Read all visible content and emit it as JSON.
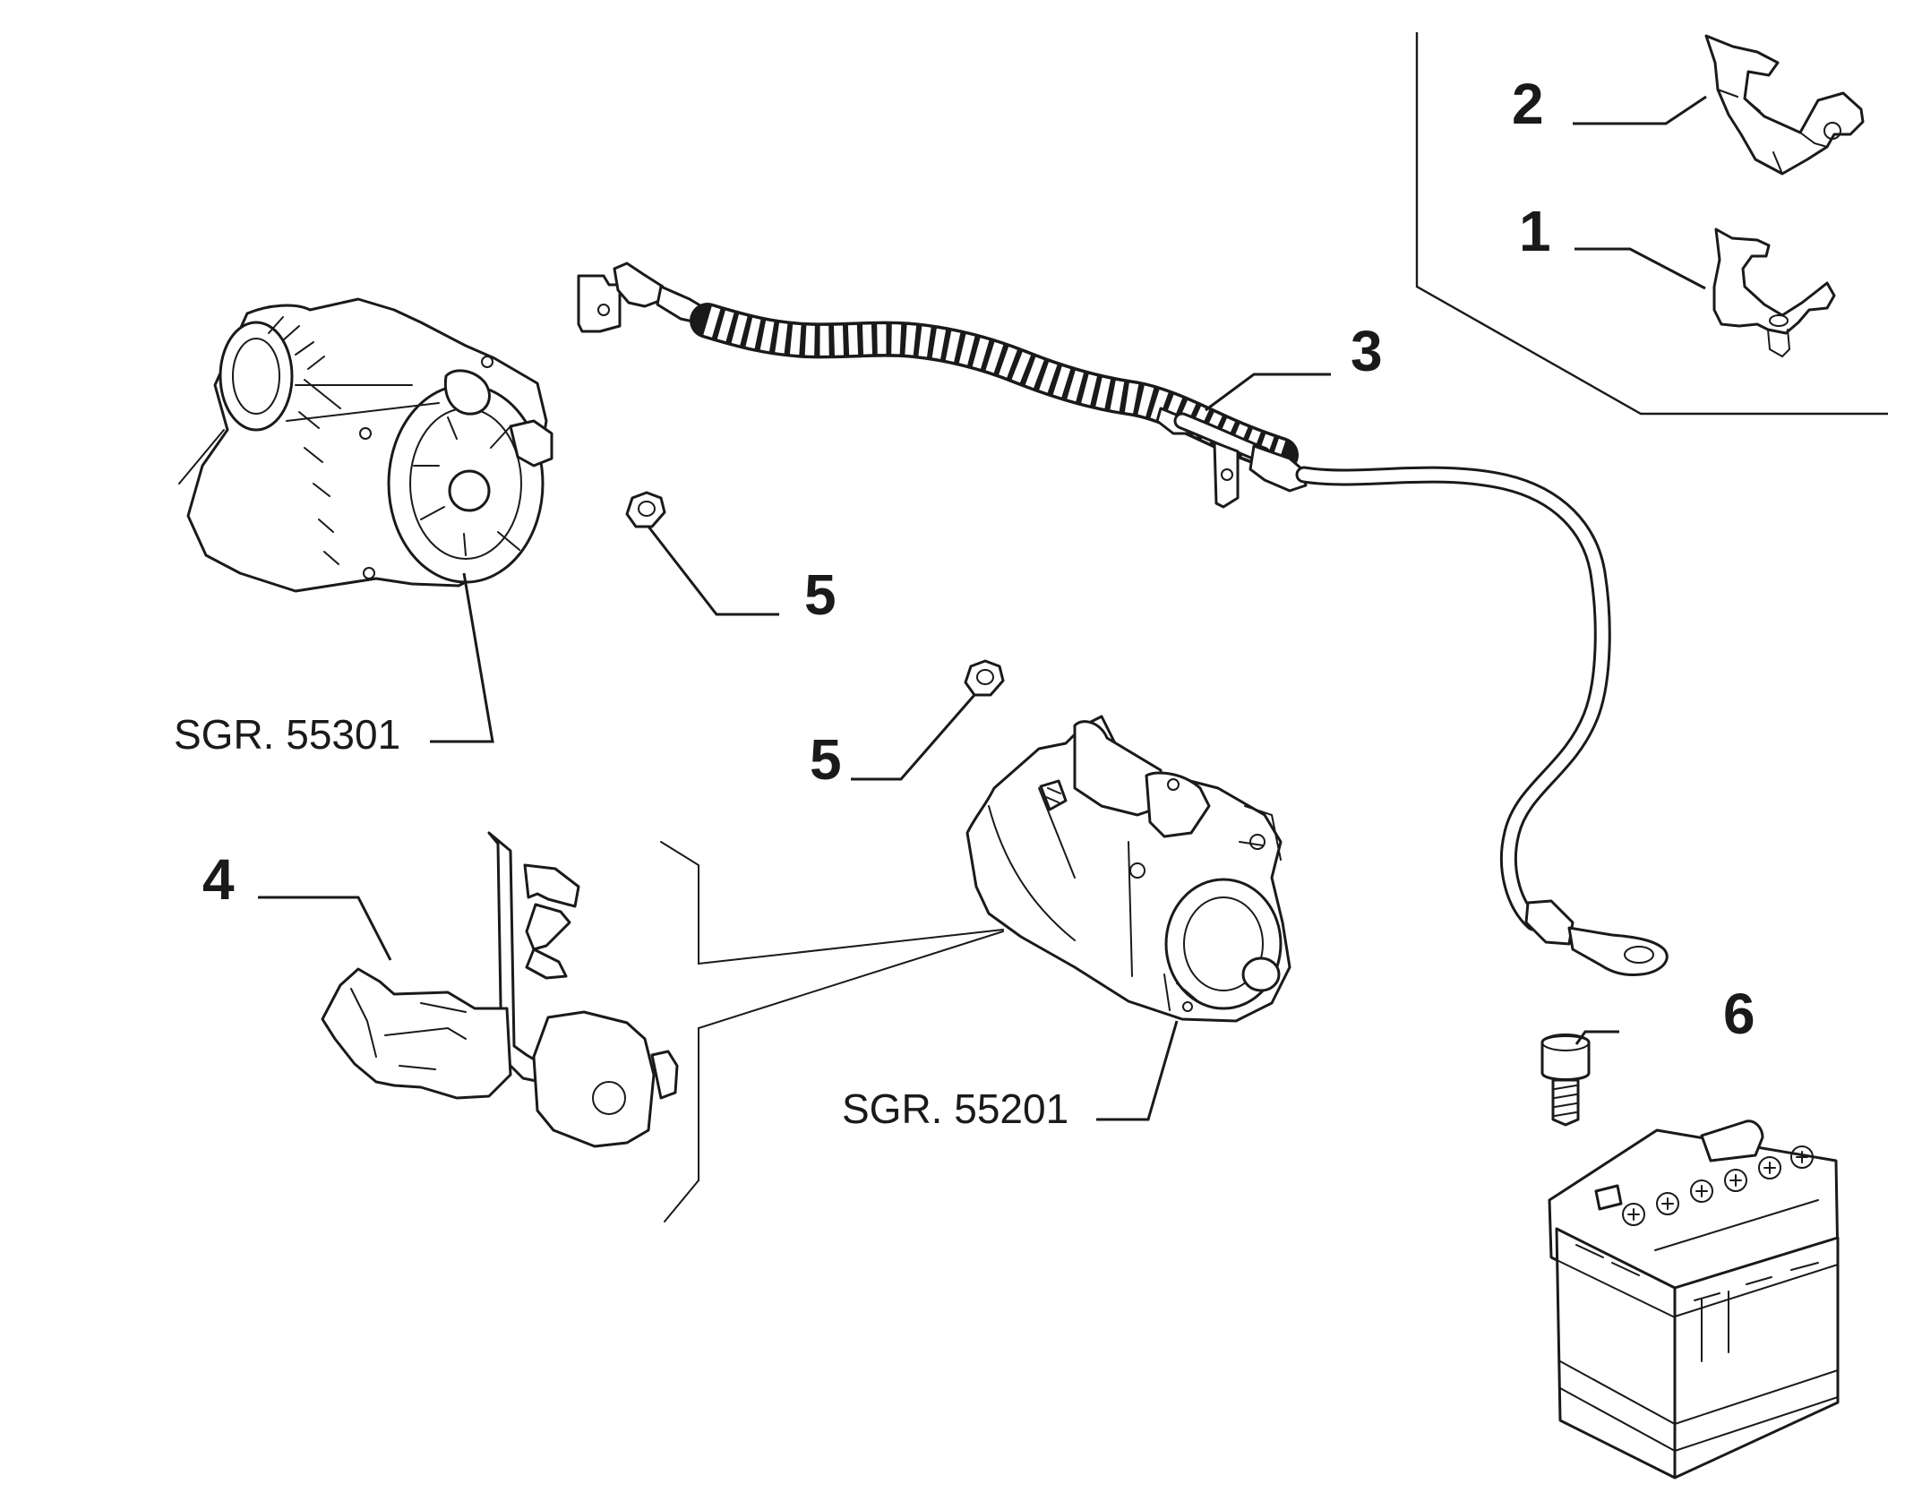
{
  "callouts": {
    "item_1": "1",
    "item_2": "2",
    "item_3": "3",
    "item_4": "4",
    "item_5a": "5",
    "item_5b": "5",
    "item_6": "6"
  },
  "references": {
    "alternator": "SGR. 55301",
    "starter_motor": "SGR. 55201"
  },
  "colors": {
    "line": "#1a1a1a",
    "background": "#ffffff"
  }
}
